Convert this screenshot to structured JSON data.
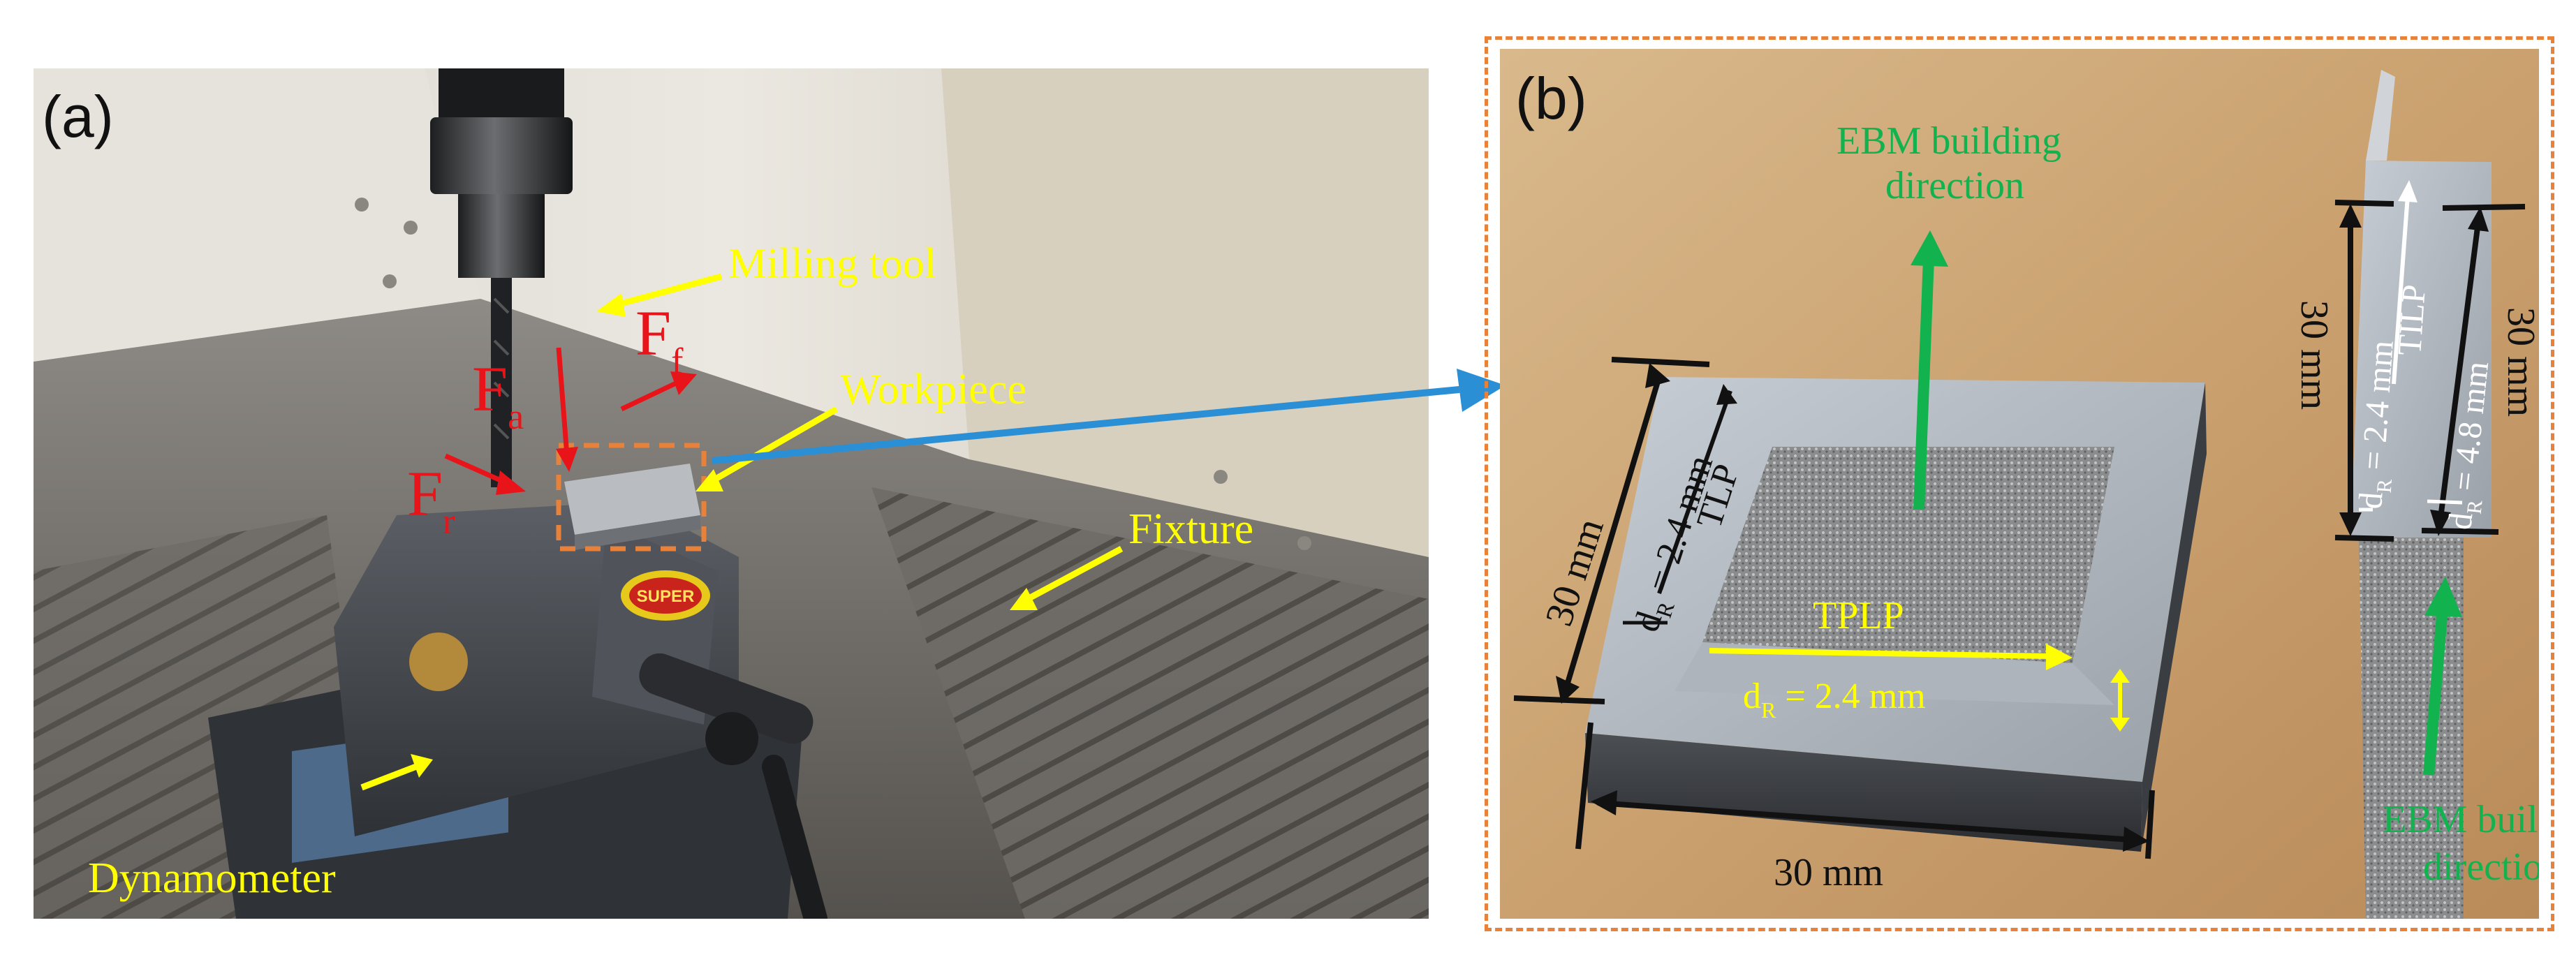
{
  "panel_a": {
    "label": "(a)",
    "forces": {
      "fa_main": "F",
      "fa_sub": "a",
      "ff_main": "F",
      "ff_sub": "f",
      "fr_main": "F",
      "fr_sub": "r"
    },
    "callouts": {
      "milling_tool": "Milling tool",
      "workpiece": "Workpiece",
      "fixture": "Fixture",
      "dynamometer": "Dynamometer"
    },
    "vise_badge": "SUPER"
  },
  "panel_b": {
    "label": "(b)",
    "ebm_top": {
      "line1": "EBM building",
      "line2": "direction"
    },
    "ebm_bottom": {
      "line1": "EBM building",
      "line2": "direction"
    },
    "left_block": {
      "dim_left": "30 mm",
      "dim_bottom": "30 mm",
      "dr_left_pre": "d",
      "dr_left_sub": "R",
      "dr_left_post": " = 2.4 mm",
      "tlp": "TLP",
      "tplp": "TPLP",
      "dr_bottom_pre": "d",
      "dr_bottom_sub": "R",
      "dr_bottom_post": " = 2.4 mm"
    },
    "right_block": {
      "dim_left": "30 mm",
      "dim_right": "30 mm",
      "dr_a_pre": "d",
      "dr_a_sub": "R",
      "dr_a_post": " = 2.4 mm",
      "tilp": "TILP",
      "dr_b_pre": "d",
      "dr_b_sub": "R",
      "dr_b_post": " = 4.8 mm"
    }
  },
  "colors": {
    "force_red": "#e8141a",
    "callout_yellow": "#ffff00",
    "ebm_green": "#12b24f",
    "link_blue": "#2b8fd6",
    "frame_orange": "#e8823a",
    "dim_black": "#111111",
    "dim_white": "#ffffff"
  }
}
